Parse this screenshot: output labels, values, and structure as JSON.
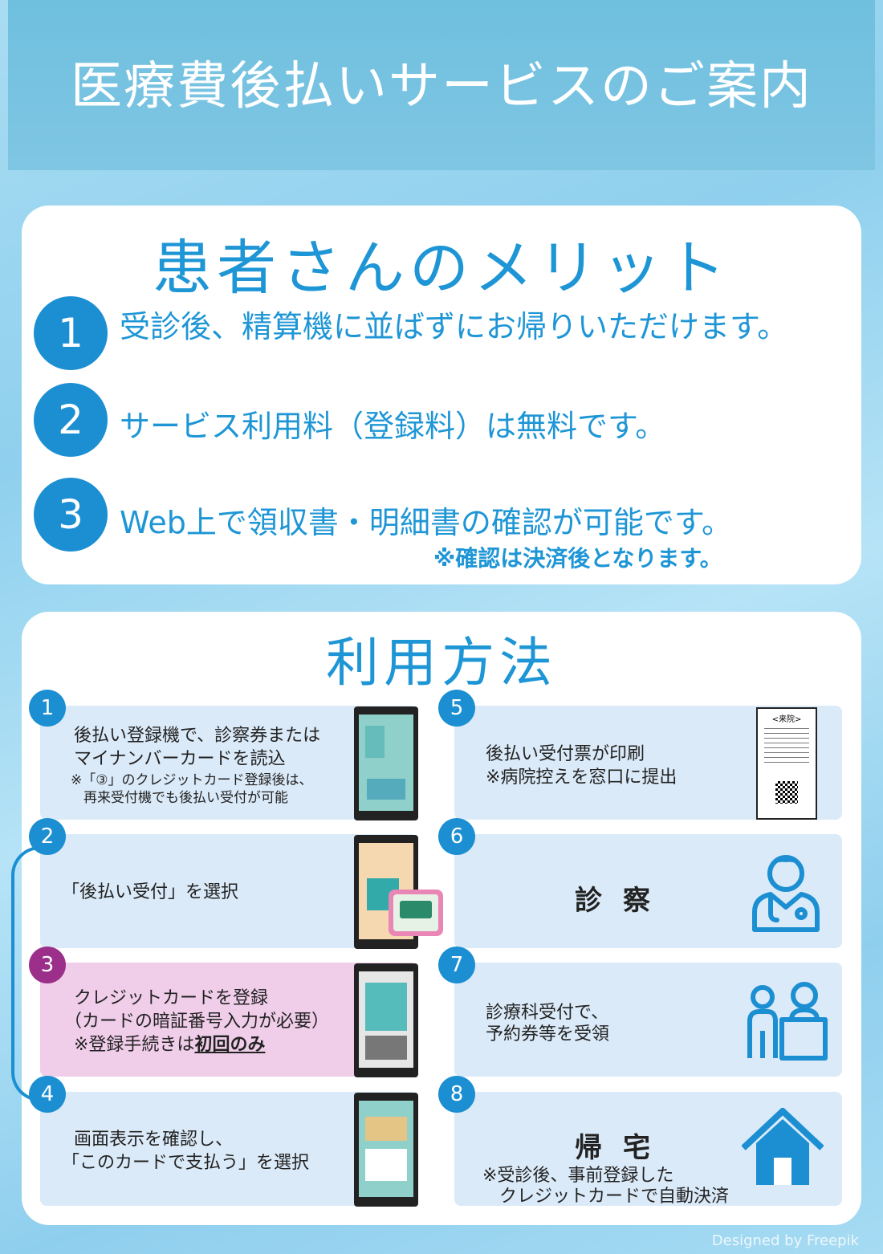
{
  "title": "医療費後払いサービスのご案内",
  "merits": {
    "heading": "患者さんのメリット",
    "items": [
      {
        "num": "1",
        "text": "受診後、精算機に並ばずにお帰りいただけます。"
      },
      {
        "num": "2",
        "text": "サービス利用料（登録料）は無料です。"
      },
      {
        "num": "3",
        "text": "Web上で領収書・明細書の確認が可能です。"
      }
    ],
    "note": "※確認は決済後となります。"
  },
  "usage": {
    "heading": "利用方法",
    "steps": {
      "s1": {
        "num": "1",
        "line1": "後払い登録機で、診察券または",
        "line2": "マイナンバーカードを読込",
        "note1": "※「③」のクレジットカード登録後は、",
        "note2": "再来受付機でも後払い受付が可能"
      },
      "s2": {
        "num": "2",
        "line1": "「後払い受付」を選択"
      },
      "s3": {
        "num": "3",
        "line1": "クレジットカードを登録",
        "line2": "（カードの暗証番号入力が必要）",
        "line3_a": "※登録手続きは",
        "line3_b": "初回のみ"
      },
      "s4": {
        "num": "4",
        "line1": "画面表示を確認し、",
        "line2": "「このカードで支払う」を選択"
      },
      "s5": {
        "num": "5",
        "line1": "後払い受付票が印刷",
        "line2": "※病院控えを窓口に提出",
        "receipt_title": "<来院>"
      },
      "s6": {
        "num": "6",
        "big": "診察"
      },
      "s7": {
        "num": "7",
        "line1": "診療科受付で、",
        "line2": "予約券等を受領"
      },
      "s8": {
        "num": "8",
        "big": "帰宅",
        "line1": "※受診後、事前登録した",
        "line2": "クレジットカードで自動決済"
      }
    }
  },
  "credit": "Designed by Freepik",
  "colors": {
    "accent": "#1e96d6",
    "step_box": "#dbeaf8",
    "step_pink": "#f0cde9",
    "step3_num": "#9b2f8a"
  },
  "icons": {
    "s6": "doctor-icon",
    "s7": "reception-desk-icon",
    "s8": "house-icon"
  }
}
